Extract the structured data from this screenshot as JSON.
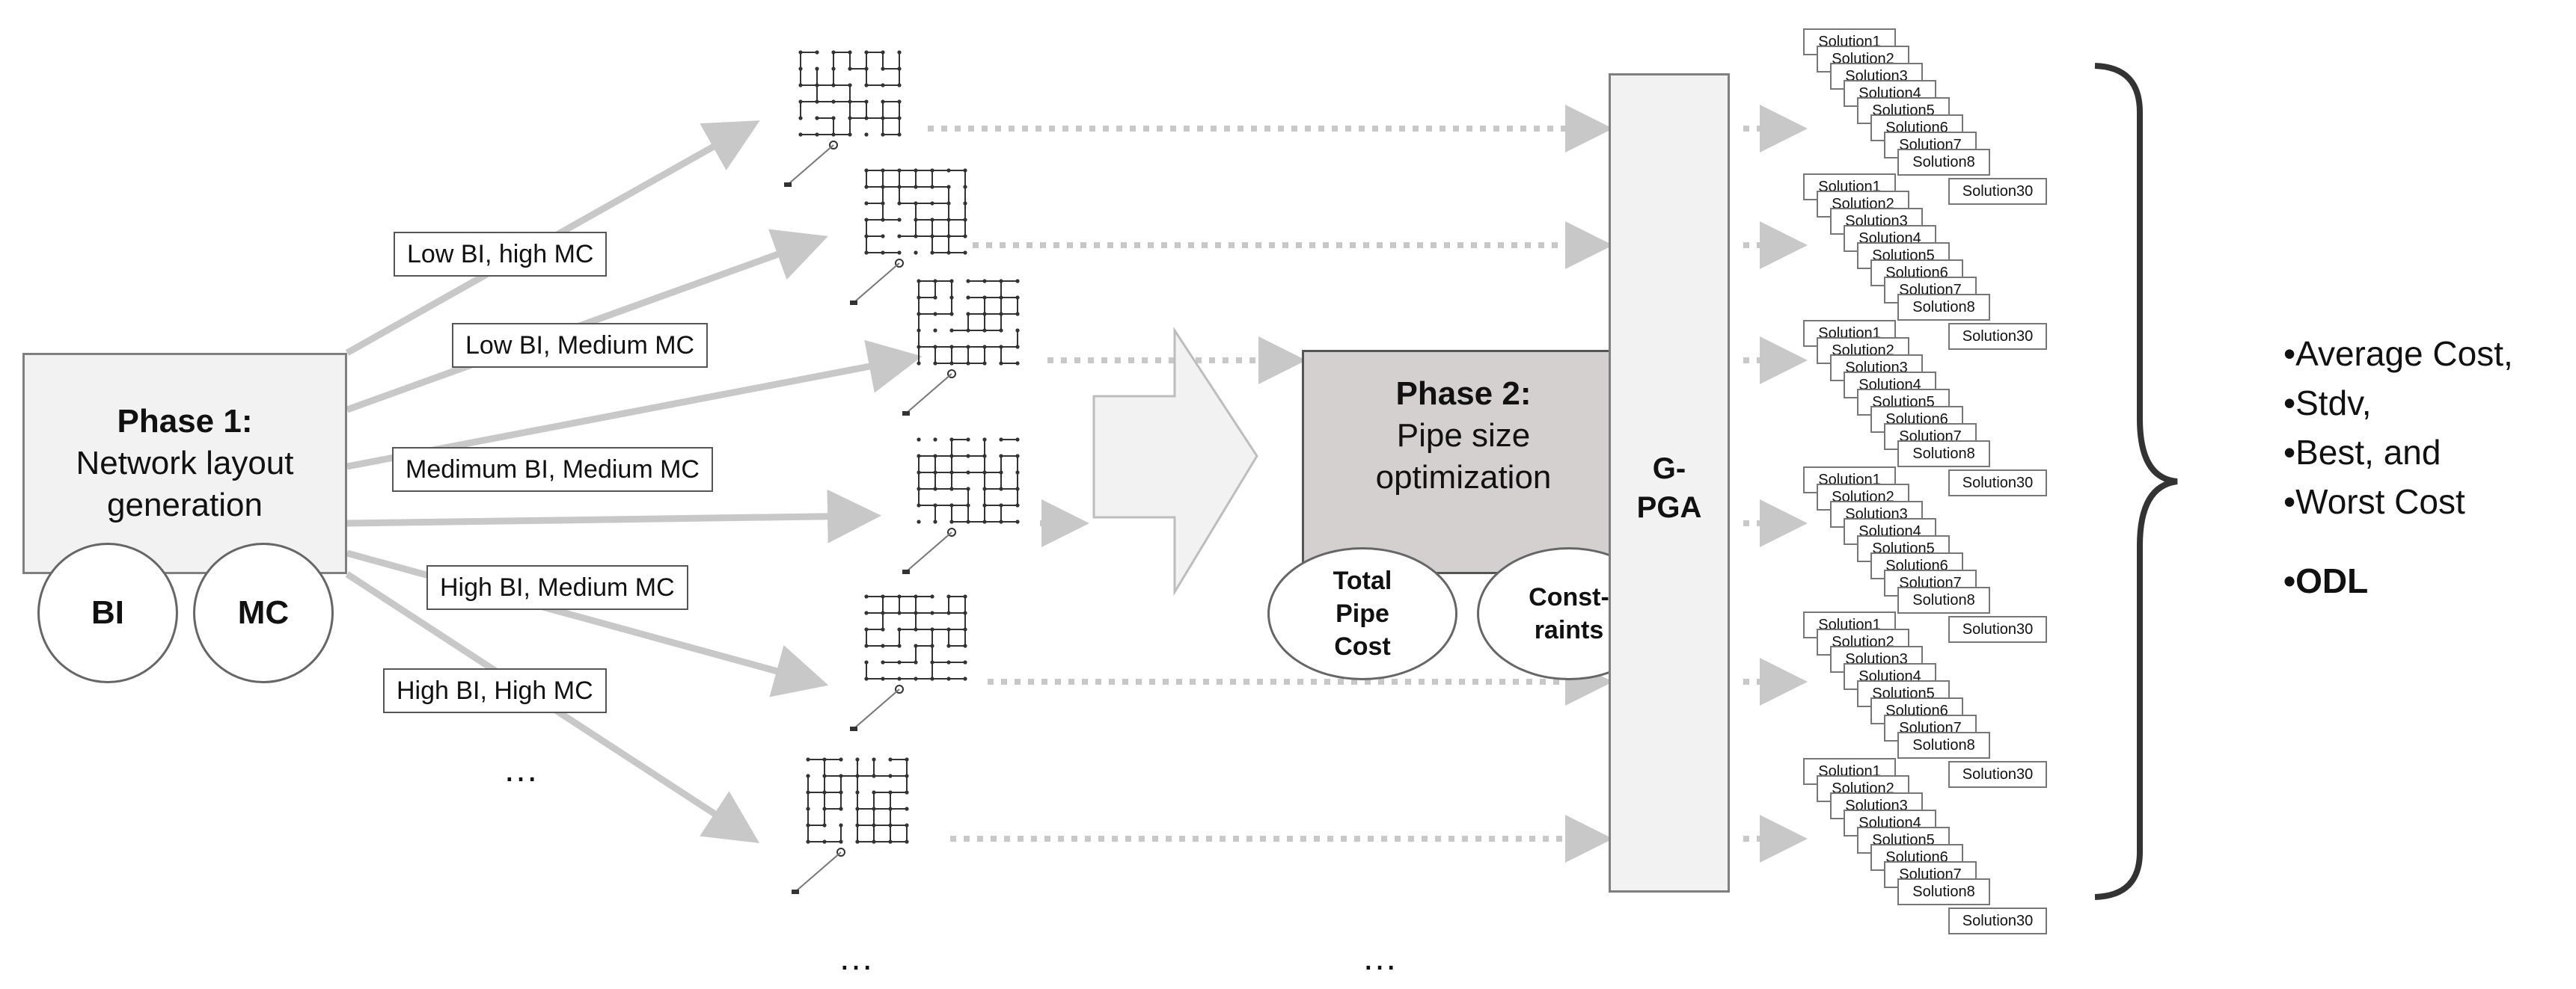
{
  "phase1": {
    "title": "Phase 1:",
    "lines": [
      "Network layout",
      "generation"
    ]
  },
  "phase1_circles": [
    "BI",
    "MC"
  ],
  "scenarios": [
    "Low BI, high MC",
    "Low BI, Medium MC",
    "Medimum BI, Medium MC",
    "High BI, Medium MC",
    "High BI, High MC"
  ],
  "left_ellipsis": "…",
  "bottom_ellipsis": [
    "…",
    "…"
  ],
  "phase2": {
    "title": "Phase 2:",
    "lines": [
      "Pipe size",
      "optimization"
    ]
  },
  "phase2_circles": {
    "total_cost": [
      "Total",
      "Pipe",
      "Cost"
    ],
    "constraints": [
      "Const-",
      "raints"
    ]
  },
  "gpga": [
    "G-",
    "PGA"
  ],
  "solution_labels": [
    "Solution1",
    "Solution2",
    "Solution3",
    "Solution4",
    "Solution5",
    "Solution6",
    "Solution7",
    "Solution8"
  ],
  "solution_last": "Solution30",
  "metrics": [
    "•Average Cost,",
    "•Stdv,",
    "•Best, and",
    "•Worst Cost"
  ],
  "metric_odl": "•ODL",
  "colors": {
    "arrow": "#c8c8c8",
    "dotted": "#c8c8c8",
    "phase1_fill": "#f2f2f2",
    "phase2_fill": "#d4d0d0",
    "network": "#333333"
  }
}
